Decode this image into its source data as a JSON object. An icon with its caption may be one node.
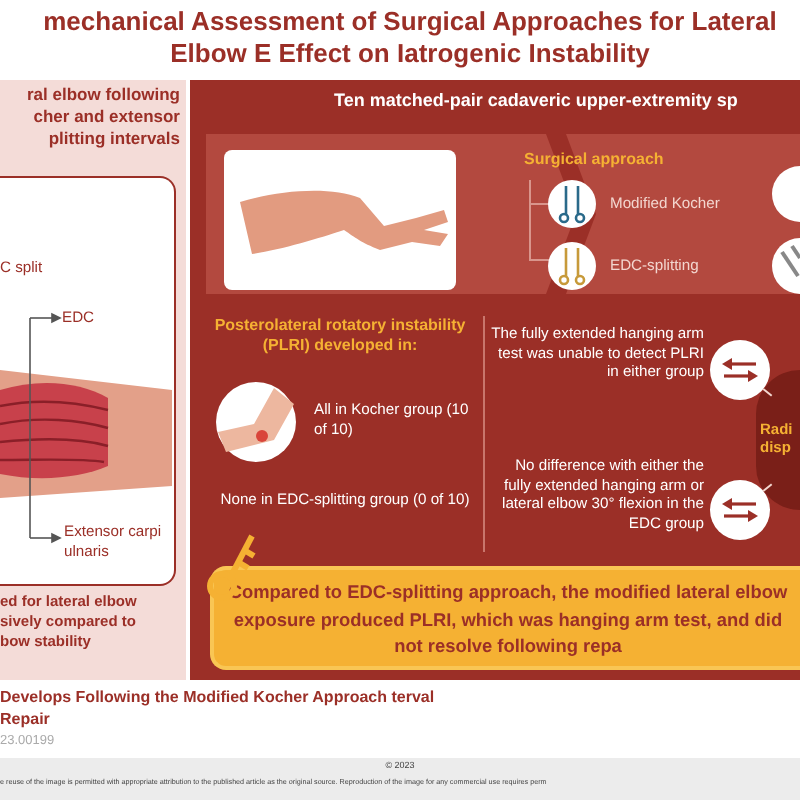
{
  "diagram": {
    "title": "mechanical Assessment of Surgical Approaches for Lateral Elbow E Effect on Iatrogenic Instability",
    "nodes": [
      {
        "text": [
          "ral elbow following cher and extensor plitting intervals",
          "ed for lateral elbow sively compared to bow stability"
        ]
      },
      {
        "text": [],
        "shape": "picture",
        "in": 0
      },
      {
        "text": [
          "Ten matched-pair cadaveric upper-extremity sp"
        ]
      },
      {
        "text": [],
        "shape": "picture",
        "in": 2
      },
      {
        "text": [],
        "shape": "circle",
        "in": 2,
        "beside": [
          "The fully extended hanging arm test was unable to detect PLRI in either group"
        ]
      },
      {
        "text": [],
        "shape": "circle",
        "in": 2,
        "beside": [
          "No difference with either the fully extended hanging arm or lateral elbow 30° flexion in the EDC group"
        ]
      },
      {
        "text": [
          "Radi disp"
        ],
        "in": 2
      },
      {
        "text": [
          "Compared to EDC-splitting approach, the modified lateral elbow exposure produced PLRI, which was hanging arm test, and did not resolve following repa"
        ],
        "in": 2
      }
    ],
    "edges": [
      {
        "from": 4,
        "to": 6,
        "arrow": "none"
      },
      {
        "from": 5,
        "to": 6,
        "arrow": "none"
      }
    ],
    "labels": [
      "C split",
      "EDC",
      "Extensor carpi ulnaris",
      "Surgical approach",
      "Modified Kocher",
      "EDC-splitting",
      "Posterolateral rotatory instability (PLRI) developed in:",
      "All in Kocher group (10 of 10)",
      "None in EDC-splitting group (0 of 10)",
      "Develops Following the Modified Kocher Approach terval Repair",
      "23.00199",
      "© 2023",
      "e reuse of the image is permitted with appropriate attribution to the published article as the original source. Reproduction of the image for any commercial use requires perm"
    ]
  }
}
